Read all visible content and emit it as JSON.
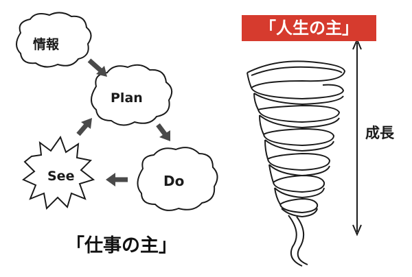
{
  "work_cycle": {
    "title": "「仕事の主」",
    "nodes": {
      "info": "情報",
      "plan": "Plan",
      "do": "Do",
      "see": "See"
    }
  },
  "life_spiral": {
    "title": "「人生の主」",
    "axis_label": "成長"
  },
  "colors": {
    "banner": "#d63b2e",
    "ink": "#1a1a1a",
    "arrow": "#4a4a4a"
  }
}
